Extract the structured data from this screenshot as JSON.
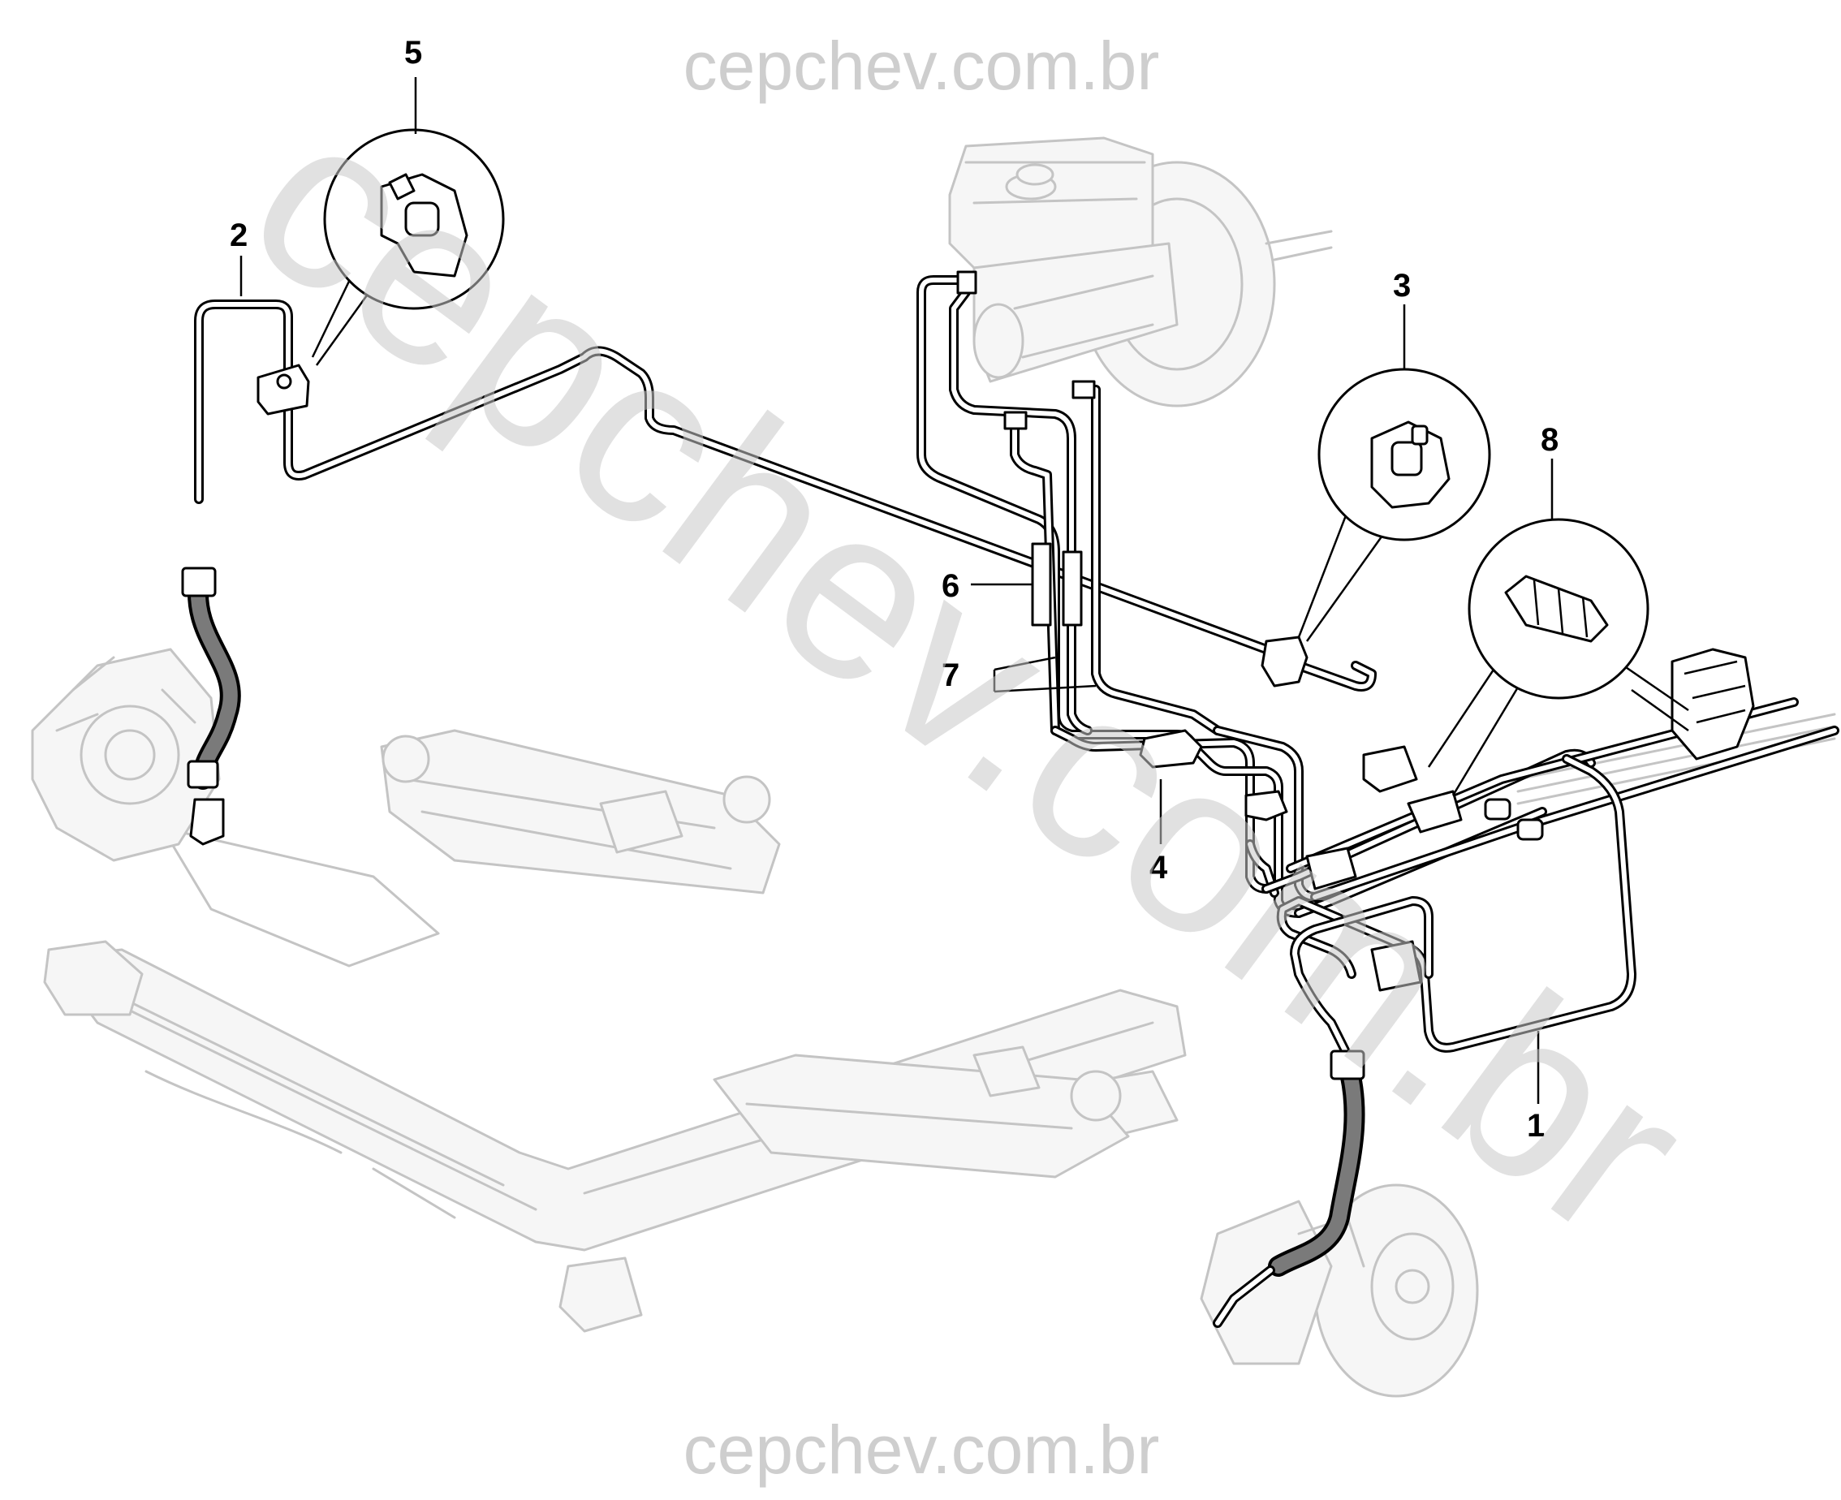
{
  "watermarks": {
    "top": "cepchev.com.br",
    "bottom": "cepchev.com.br",
    "diagonal": "cepchev.com.br"
  },
  "callouts": [
    {
      "id": "1",
      "label": "1"
    },
    {
      "id": "2",
      "label": "2"
    },
    {
      "id": "3",
      "label": "3"
    },
    {
      "id": "4",
      "label": "4"
    },
    {
      "id": "5",
      "label": "5"
    },
    {
      "id": "6",
      "label": "6"
    },
    {
      "id": "7",
      "label": "7"
    },
    {
      "id": "8",
      "label": "8"
    }
  ]
}
